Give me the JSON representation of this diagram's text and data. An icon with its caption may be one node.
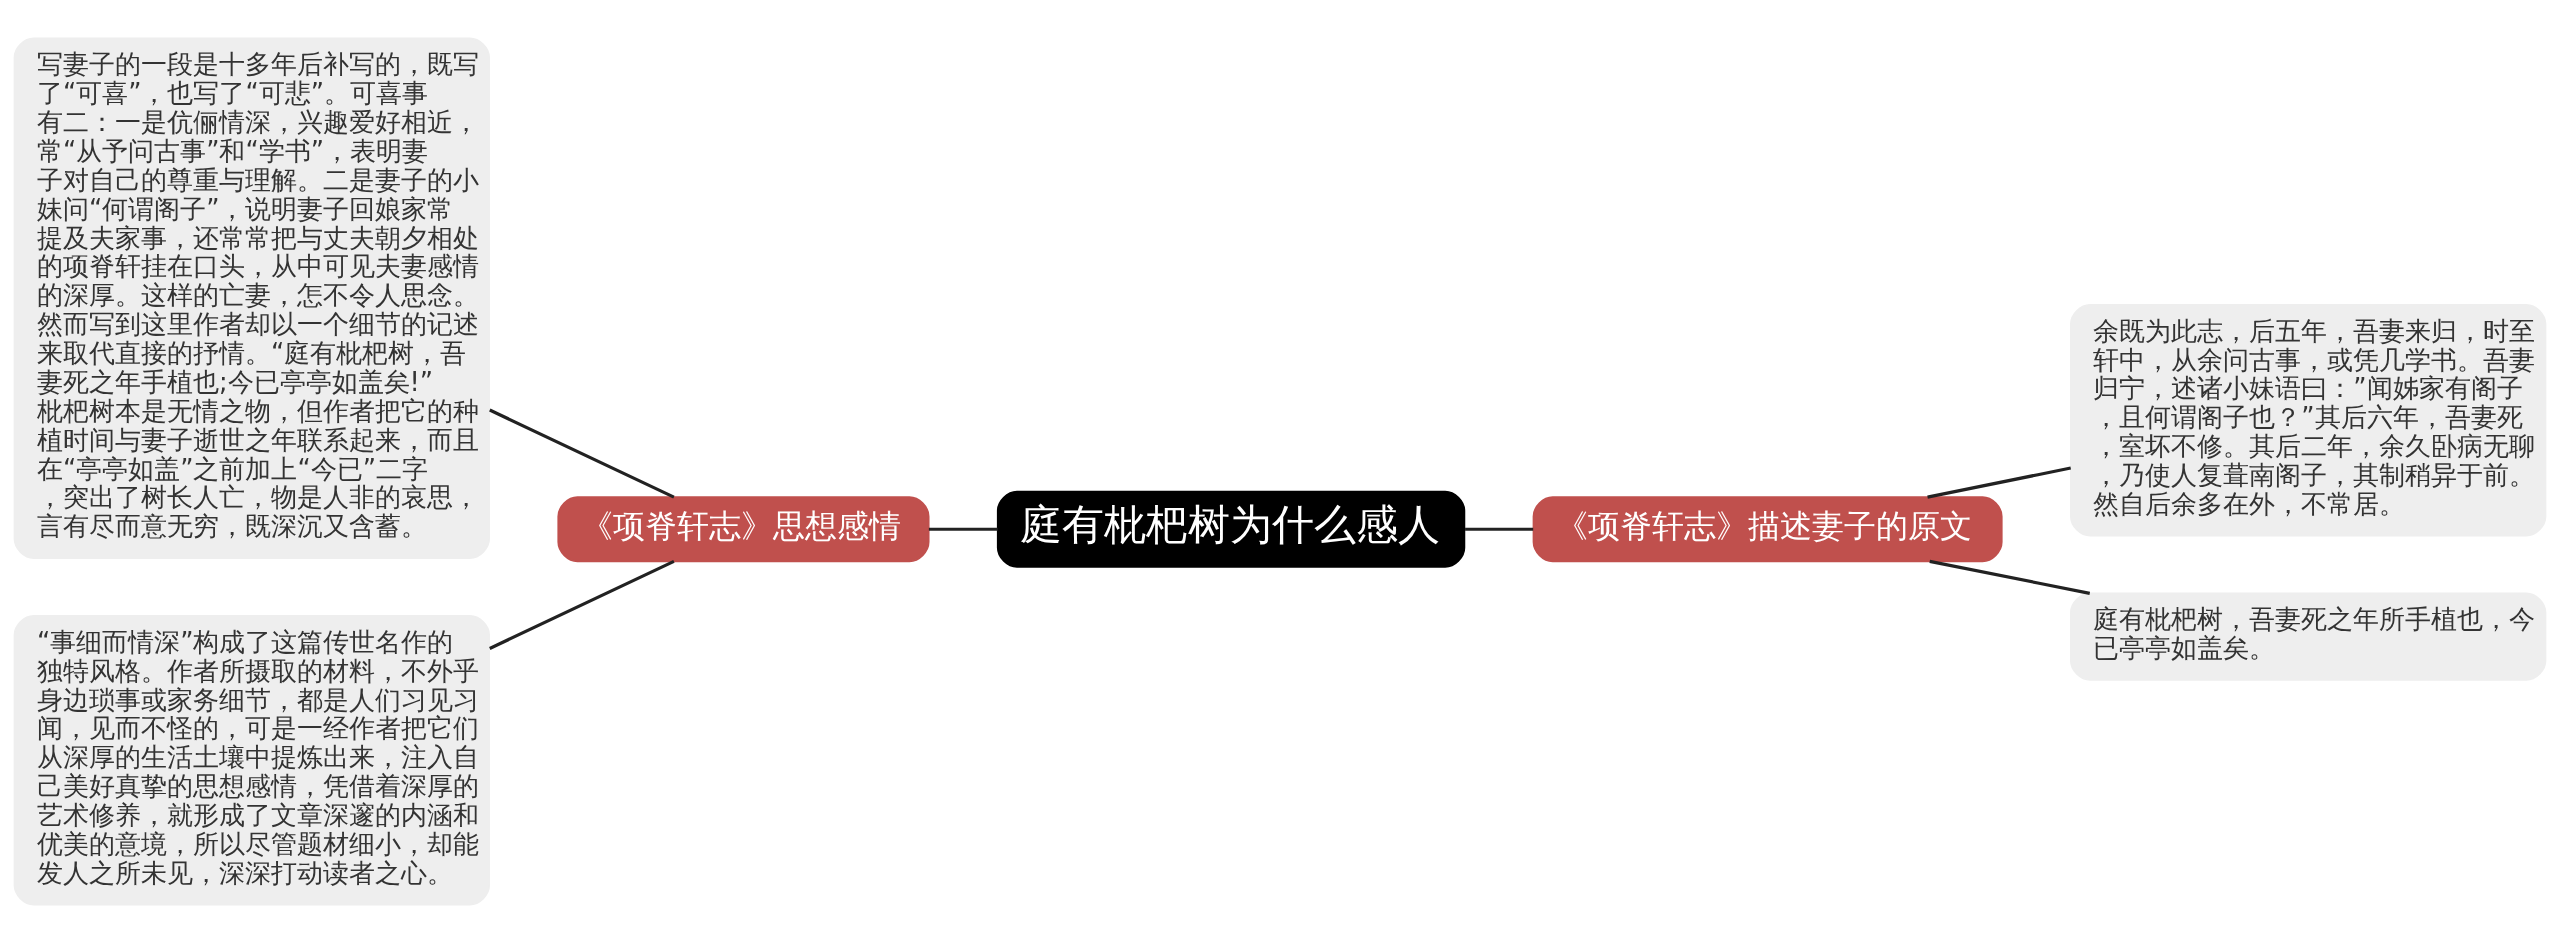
{
  "diagram": {
    "nodes": [
      {
        "text": [
          "庭有枇杷树为什么感人"
        ]
      },
      {
        "text": [
          "《项脊轩志》思想感情"
        ]
      },
      {
        "text": [
          "写妻子的一段是十多年后补写的，既写了“可喜”，也写了“可悲”。可喜事有二：一是伉俪情深，兴趣爱好相近，常“从予问古事”和“学书”，表明妻子对自己的尊重与理解。二是妻子的小妹问“何谓阁子”，说明妻子回娘家常提及夫家事，还常常把与丈夫朝夕相处的项脊轩挂在口头，从中可见夫妻感情的深厚。这样的亡妻，怎不令人思念。然而写到这里作者却以一个细节的记述来取代直接的抒情。“庭有枇杷树，吾妻死之年手植也;今已亭亭如盖矣!”枇杷树本是无情之物，但作者把它的种植时间与妻子逝世之年联系起来，而且在“亭亭如盖”之前加上“今已”二字，突出了树长人亡，物是人非的哀思，言有尽而意无穷，既深沉又含蓄。"
        ]
      },
      {
        "text": [
          "“事细而情深”构成了这篇传世名作的独特风格。作者所摄取的材料，不外乎身边琐事或家务细节，都是人们习见习闻，见而不怪的，可是一经作者把它们从深厚的生活土壤中提炼出来，注入自己美好真挚的思想感情，凭借着深厚的艺术修养，就形成了文章深邃的内涵和优美的意境，所以尽管题材细小，却能发人之所未见，深深打动读者之心。"
        ]
      },
      {
        "text": [
          "《项脊轩志》描述妻子的原文"
        ]
      },
      {
        "text": [
          "余既为此志，后五年，吾妻来归，时至轩中，从余问古事，或凭几学书。吾妻归宁，述诸小妹语曰：”闻姊家有阁子，且何谓阁子也？”其后六年，吾妻死，室坏不修。其后二年，余久卧病无聊，乃使人复葺南阁子，其制稍异于前。然自后余多在外，不常居。"
        ]
      },
      {
        "text": [
          "庭有枇杷树，吾妻死之年所手植也，今已亭亭如盖矣。"
        ]
      }
    ],
    "edges": [
      {
        "from": 0,
        "to": 1,
        "arrow": "none"
      },
      {
        "from": 1,
        "to": 2,
        "arrow": "none"
      },
      {
        "from": 1,
        "to": 3,
        "arrow": "none"
      },
      {
        "from": 0,
        "to": 4,
        "arrow": "none"
      },
      {
        "from": 4,
        "to": 5,
        "arrow": "none"
      },
      {
        "from": 4,
        "to": 6,
        "arrow": "none"
      }
    ]
  }
}
